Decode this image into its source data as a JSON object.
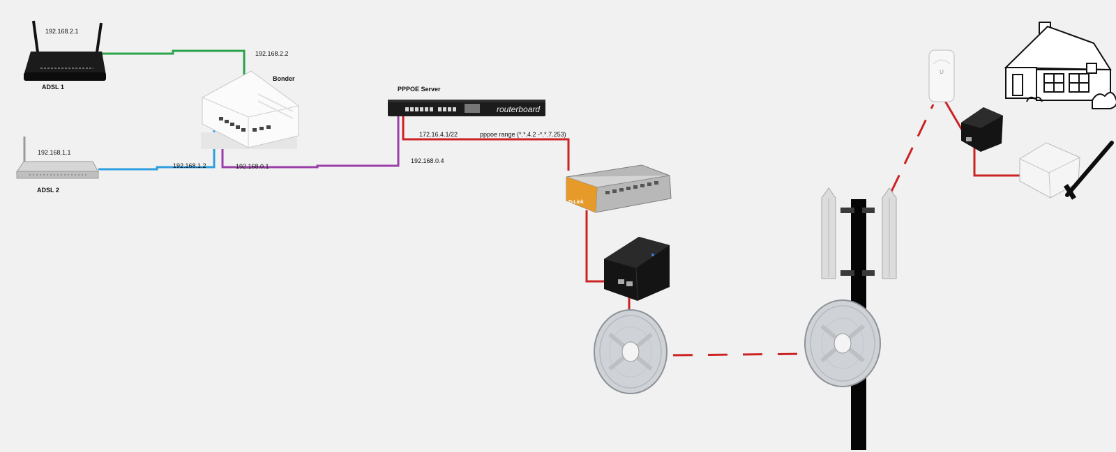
{
  "devices": {
    "adsl1": {
      "label": "ADSL 1",
      "ip": "192.168.2.1",
      "icon": "dsl-router-icon"
    },
    "adsl2": {
      "label": "ADSL 2",
      "ip": "192.168.1.1",
      "icon": "dsl-router-icon"
    },
    "bonder": {
      "label": "Bonder",
      "icon": "router-icon"
    },
    "pppoe_server": {
      "label": "PPPOE Server",
      "icon": "rack-router-icon",
      "brand": "routerboard"
    },
    "switch": {
      "icon": "network-switch-icon",
      "brand": "D-Link"
    },
    "poe_injector": {
      "icon": "poe-injector-icon"
    },
    "dish_local": {
      "icon": "dish-antenna-icon"
    },
    "dish_tower": {
      "icon": "dish-antenna-icon"
    },
    "tower": {
      "icon": "tower-mast-icon"
    },
    "sector_left": {
      "icon": "sector-antenna-icon"
    },
    "sector_right": {
      "icon": "sector-antenna-icon"
    },
    "cpe": {
      "icon": "cpe-antenna-icon"
    },
    "poe_client": {
      "icon": "poe-injector-icon"
    },
    "wifi_router": {
      "icon": "wireless-router-icon"
    },
    "house": {
      "icon": "house-icon"
    }
  },
  "links": {
    "bonder_adsl1_ip": "192.168.2.2",
    "bonder_adsl2_ip": "192.168.1.2",
    "bonder_server_ip": "192.168.0.1",
    "server_bonder_ip": "192.168.0.4",
    "server_lan_ip": "172.16.4.1/22",
    "pppoe_range": "pppoe range (*.*.4.2 -*.*.7.253)"
  },
  "colors": {
    "adsl1_link": "#2aa34a",
    "adsl2_link": "#2e9ee0",
    "bonder_link": "#9a3fa8",
    "lan_link": "#cc2222",
    "wireless_link": "#cc2222"
  }
}
